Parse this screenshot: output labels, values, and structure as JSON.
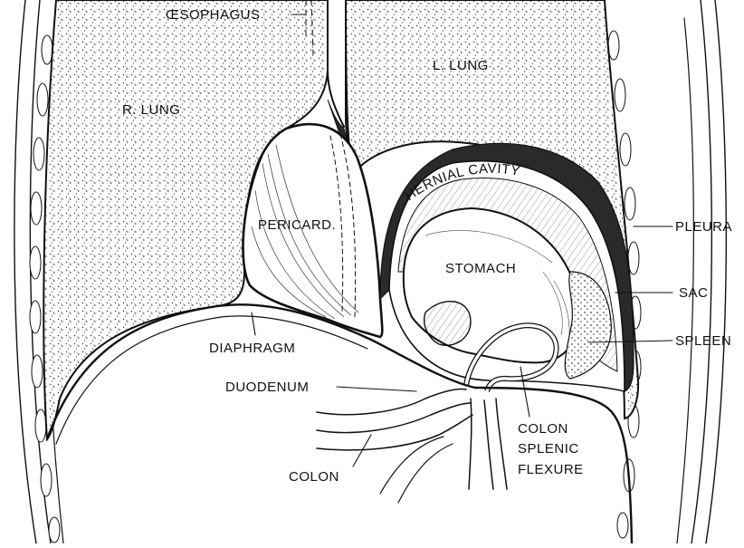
{
  "colors": {
    "ink": "#111111",
    "paper": "#ffffff",
    "lung_fill": "#dcdcdc",
    "dark_band": "#2a2a2a"
  },
  "labels": {
    "oesophagus": "ŒSOPHAGUS",
    "l_lung": "L. LUNG",
    "r_lung": "R. LUNG",
    "hernial_cavity": "HERNIAL CAVITY",
    "pericard": "PERICARD.",
    "stomach": "STOMACH",
    "pleura": "PLEURA",
    "sac": "SAC",
    "spleen": "SPLEEN",
    "diaphragm": "DIAPHRAGM",
    "duodenum": "DUODENUM",
    "colon_splenic_line1": "COLON",
    "colon_splenic_line2": "SPLENIC",
    "colon_splenic_line3": "FLEXURE",
    "colon": "COLON"
  }
}
